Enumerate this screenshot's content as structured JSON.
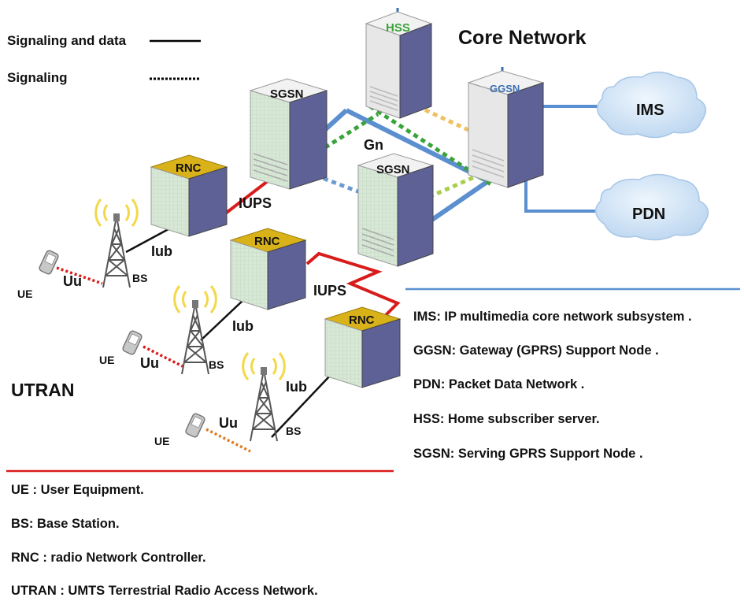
{
  "legend": {
    "signaling_and_data": "Signaling and data",
    "signaling": "Signaling"
  },
  "headings": {
    "core_network": "Core Network",
    "utran": "UTRAN"
  },
  "nodes": {
    "hss": "HSS",
    "ggsn": "GGSN",
    "sgsn_top": "SGSN",
    "sgsn_bottom": "SGSN",
    "rnc_1": "RNC",
    "rnc_2": "RNC",
    "rnc_3": "RNC",
    "ims": "IMS",
    "pdn": "PDN"
  },
  "links": {
    "gn": "Gn",
    "iups_1": "IUPS",
    "iups_2": "IUPS",
    "iub_1": "Iub",
    "iub_2": "Iub",
    "iub_3": "Iub",
    "uu_1": "Uu",
    "uu_2": "Uu",
    "uu_3": "Uu",
    "bs_1": "BS",
    "bs_2": "BS",
    "bs_3": "BS",
    "ue_1": "UE",
    "ue_2": "UE",
    "ue_3": "UE"
  },
  "core_definitions": [
    "IMS: IP multimedia core network subsystem .",
    "GGSN: Gateway (GPRS) Support Node .",
    "PDN: Packet Data Network .",
    "HSS: Home subscriber server.",
    "SGSN: Serving GPRS Support Node ."
  ],
  "access_definitions": [
    "UE : User Equipment.",
    "BS: Base Station.",
    "RNC : radio Network Controller.",
    "UTRAN : UMTS Terrestrial Radio Access Network."
  ],
  "colors": {
    "core_link": "#5b8fd0",
    "iups_link": "#d81b1b",
    "iub_link": "#111111",
    "hss_signal": "#3aa33a",
    "ggsn_signal": "#f0c060",
    "sgsn_signal": "#6a9bd0",
    "uu_signal_1": "#d81b1b",
    "uu_signal_3": "#e07b20",
    "rnc_top": "#d9b21a",
    "server_front": "#d9e8d8",
    "server_side": "#5a5e95",
    "cloud": "#cfe2f5",
    "core_divider": "#5b8fd0",
    "access_divider": "#d81b1b"
  }
}
